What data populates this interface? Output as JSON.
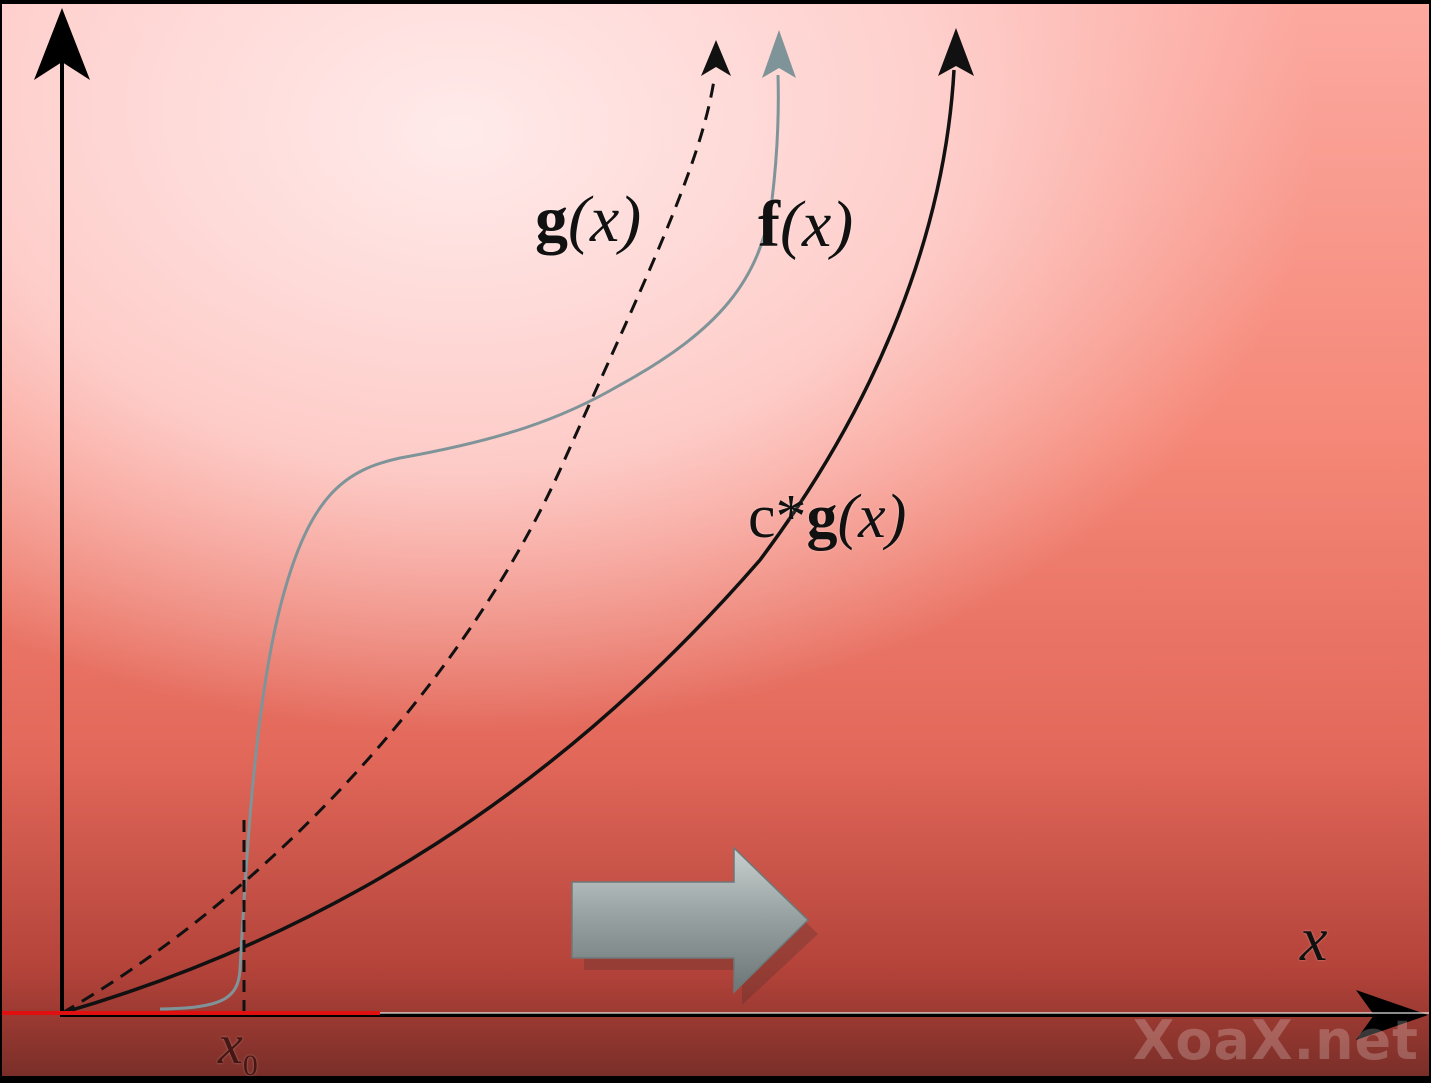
{
  "labels": {
    "g_bold": "g",
    "g_arg": "(x)",
    "f_bold": "f",
    "f_arg": "(x)",
    "cg_prefix": "c*",
    "cg_bold": "g",
    "cg_arg": "(x)",
    "x_axis": "x",
    "x0_base": "x",
    "x0_sub": "0"
  },
  "watermark": "XoaX.net",
  "video": {
    "progress_fraction": 0.265
  },
  "colors": {
    "curve_cg": "#111111",
    "curve_g": "#111111",
    "curve_f": "#7f9498",
    "axis": "#000000",
    "next_arrow": "#8f9a9a"
  },
  "icons": {
    "next_arrow": "right-arrow-icon"
  }
}
